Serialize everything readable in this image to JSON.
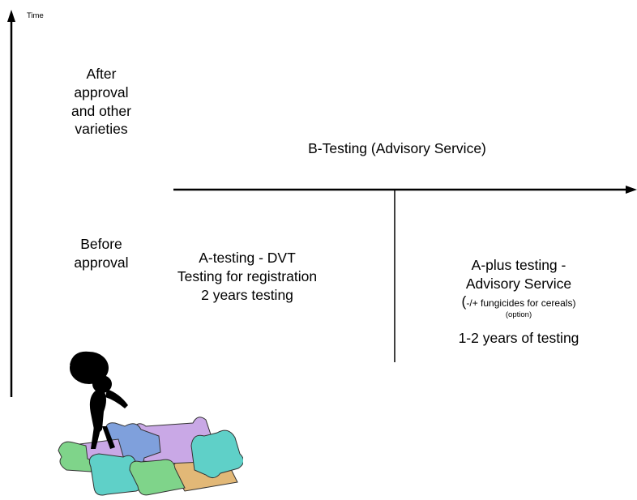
{
  "axis": {
    "time_label": "Time"
  },
  "phases": {
    "after": [
      "After",
      "approval",
      "and other",
      "varieties"
    ],
    "before": [
      "Before",
      "approval"
    ]
  },
  "b_testing": {
    "label": "B-Testing (Advisory Service)"
  },
  "a_testing": {
    "lines": [
      "A-testing - DVT",
      "Testing for registration",
      "2 years testing"
    ]
  },
  "a_plus": {
    "line1": "A-plus testing -",
    "line2": "Advisory Service",
    "open_paren": "(",
    "fungicides": "-/+ fungicides for cereals)",
    "option": "(option)",
    "duration": "1-2 years of testing"
  },
  "clipart": {
    "icon": "thinking-person-on-puzzle-pieces",
    "colors": {
      "purple": "#c9a8e6",
      "blue": "#7fa0dc",
      "teal": "#5fd0c8",
      "green": "#7fd48a",
      "tan": "#e2b877",
      "silhouette": "#000000"
    }
  }
}
